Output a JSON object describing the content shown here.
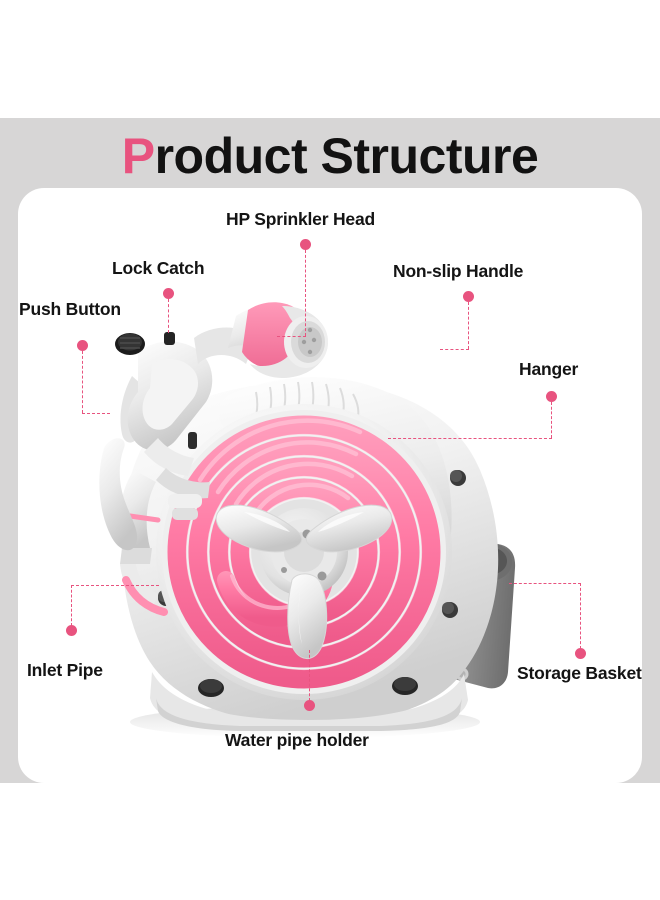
{
  "page": {
    "title_accent": "P",
    "title_rest": "roduct Structure",
    "title_full": "Product Structure",
    "background_color": "#ffffff",
    "panel_color": "#d7d6d6",
    "card_color": "#ffffff",
    "accent_color": "#e8537f",
    "text_color": "#141414"
  },
  "callouts": [
    {
      "id": "push-button",
      "label": "Push Button"
    },
    {
      "id": "lock-catch",
      "label": "Lock Catch"
    },
    {
      "id": "hp-sprinkler-head",
      "label": "HP Sprinkler Head"
    },
    {
      "id": "non-slip-handle",
      "label": "Non-slip Handle"
    },
    {
      "id": "hanger",
      "label": "Hanger"
    },
    {
      "id": "inlet-pipe",
      "label": "Inlet Pipe"
    },
    {
      "id": "water-pipe-holder",
      "label": "Water pipe holder"
    },
    {
      "id": "storage-basket",
      "label": "Storage Basket"
    }
  ],
  "product": {
    "name": "garden-hose-reel",
    "hose_color": "#ff7ba5",
    "hose_shade": "#f2628f",
    "body_color": "#f2f2f2",
    "body_shade": "#dcdcdc",
    "basket_color": "#8d8d8d",
    "nozzle_accent": "#f4779b"
  }
}
